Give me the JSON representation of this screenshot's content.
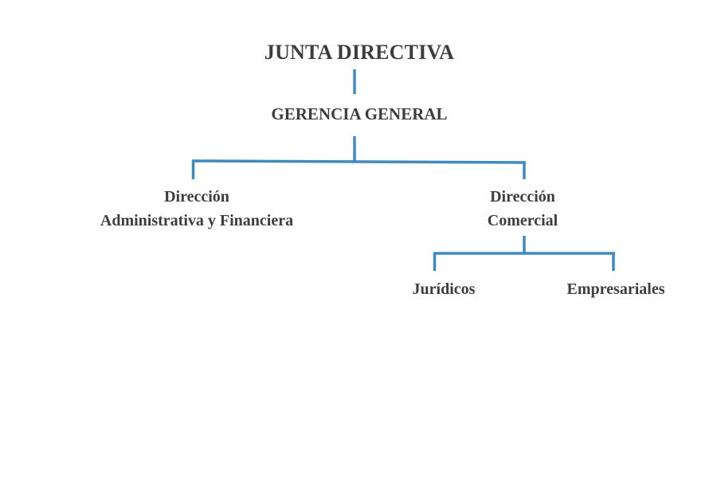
{
  "diagram": {
    "line_color": "#3b8bc4",
    "text_color": "#3d3d3d",
    "nodes": {
      "junta": {
        "label": "JUNTA DIRECTIVA"
      },
      "gerencia": {
        "label": "GERENCIA GENERAL"
      },
      "admin": {
        "line1": "Dirección",
        "line2": "Administrativa y Financiera"
      },
      "comercial": {
        "line1": "Dirección",
        "line2": "Comercial"
      },
      "juridicos": {
        "label": "Jurídicos"
      },
      "empresariales": {
        "label": "Empresariales"
      }
    },
    "edges": [
      {
        "from": "junta",
        "to": "gerencia"
      },
      {
        "from": "gerencia",
        "to": "admin"
      },
      {
        "from": "gerencia",
        "to": "comercial"
      },
      {
        "from": "comercial",
        "to": "juridicos"
      },
      {
        "from": "comercial",
        "to": "empresariales"
      }
    ]
  }
}
